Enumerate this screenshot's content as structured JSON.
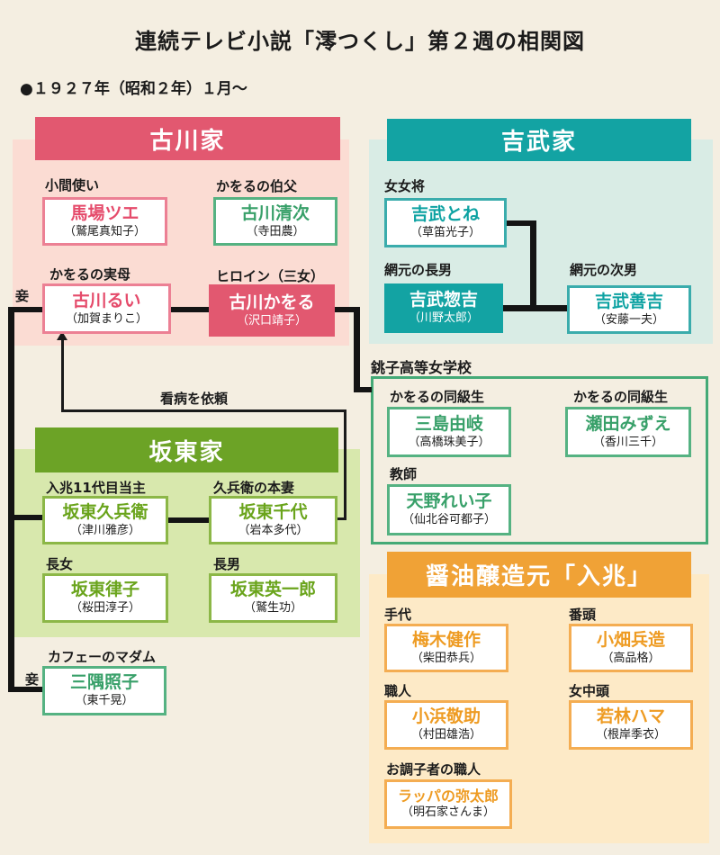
{
  "title": "連続テレビ小説「澪つくし」第２週の相関図",
  "subtitle": "●１９２７年（昭和２年）１月～",
  "annotations": {
    "concubine_top": "妾",
    "concubine_bottom": "妾",
    "nursing_request": "看病を依頼"
  },
  "colors": {
    "background": "#f4eee1",
    "furukawa_accent": "#e25870",
    "yoshitake_accent": "#13a3a3",
    "bando_accent": "#6ca326",
    "iricho_accent": "#f0a236",
    "school_green": "#38a069",
    "line": "#141414"
  },
  "furukawa": {
    "name": "古川家",
    "members": [
      {
        "role": "小間使い",
        "name": "馬場ツエ",
        "actor": "（鷲尾真知子）"
      },
      {
        "role": "かをるの伯父",
        "name": "古川清次",
        "actor": "（寺田農）"
      },
      {
        "role": "かをるの実母",
        "name": "古川るい",
        "actor": "（加賀まりこ）"
      },
      {
        "role": "ヒロイン（三女）",
        "name": "古川かをる",
        "actor": "（沢口靖子）"
      }
    ]
  },
  "yoshitake": {
    "name": "吉武家",
    "members": [
      {
        "role": "女女将",
        "name": "吉武とね",
        "actor": "（草笛光子）"
      },
      {
        "role": "網元の長男",
        "name": "吉武惣吉",
        "actor": "（川野太郎）"
      },
      {
        "role": "網元の次男",
        "name": "吉武善吉",
        "actor": "（安藤一夫）"
      }
    ]
  },
  "school": {
    "name": "銚子高等女学校",
    "members": [
      {
        "role": "かをるの同級生",
        "name": "三島由岐",
        "actor": "（高橋珠美子）"
      },
      {
        "role": "かをるの同級生",
        "name": "瀬田みずえ",
        "actor": "（香川三千）"
      },
      {
        "role": "教師",
        "name": "天野れい子",
        "actor": "（仙北谷可都子）"
      }
    ]
  },
  "bando": {
    "name": "坂東家",
    "members": [
      {
        "role": "入兆11代目当主",
        "name": "坂東久兵衛",
        "actor": "（津川雅彦）"
      },
      {
        "role": "久兵衛の本妻",
        "name": "坂東千代",
        "actor": "（岩本多代）"
      },
      {
        "role": "長女",
        "name": "坂東律子",
        "actor": "（桜田淳子）"
      },
      {
        "role": "長男",
        "name": "坂東英一郎",
        "actor": "（鷲生功）"
      }
    ]
  },
  "cafe": {
    "members": [
      {
        "role": "カフェーのマダム",
        "name": "三隅照子",
        "actor": "（東千晃）"
      }
    ]
  },
  "iricho": {
    "name": "醤油醸造元「入兆」",
    "members": [
      {
        "role": "手代",
        "name": "梅木健作",
        "actor": "（柴田恭兵）"
      },
      {
        "role": "番頭",
        "name": "小畑兵造",
        "actor": "（高品格）"
      },
      {
        "role": "職人",
        "name": "小浜敬助",
        "actor": "（村田雄浩）"
      },
      {
        "role": "女中頭",
        "name": "若林ハマ",
        "actor": "（根岸季衣）"
      },
      {
        "role": "お調子者の職人",
        "name": "ラッパの弥太郎",
        "actor": "（明石家さんま）"
      }
    ]
  }
}
